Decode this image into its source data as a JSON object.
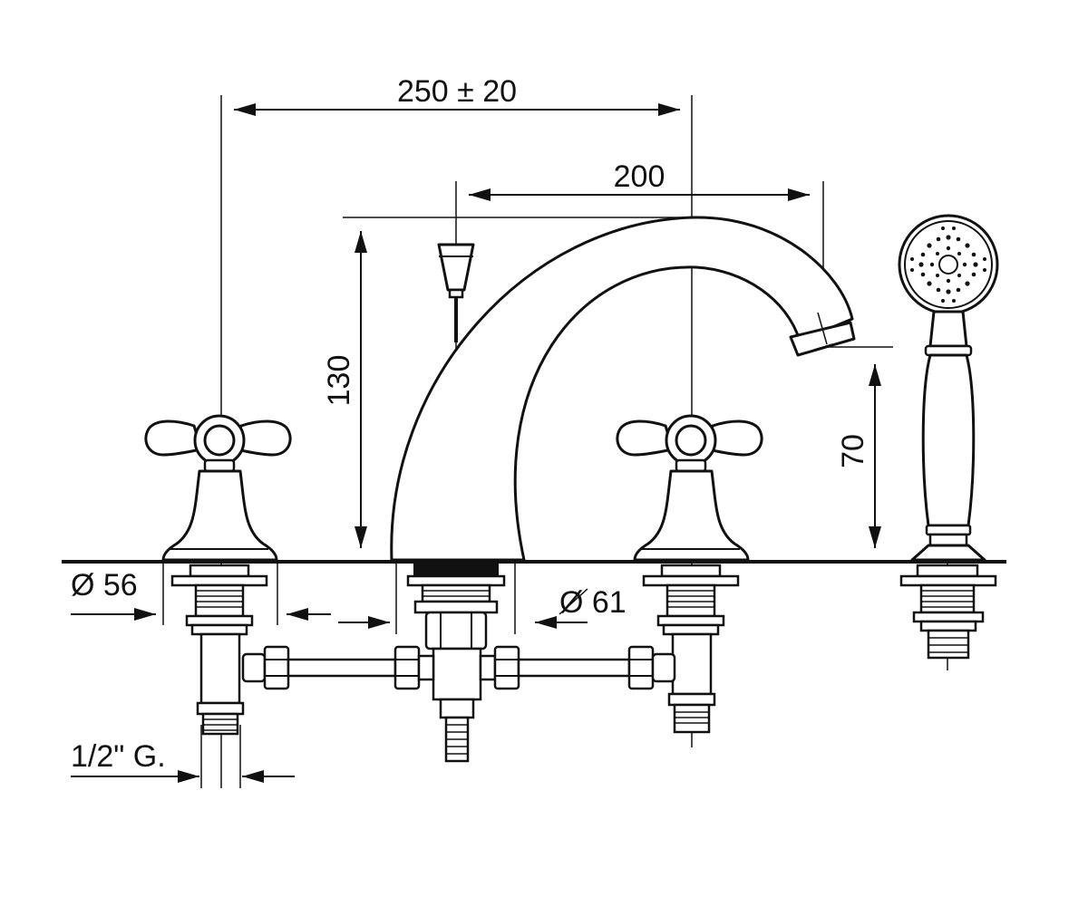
{
  "dimensions": {
    "overall_spacing": "250 ± 20",
    "spout_reach": "200",
    "spout_height": "130",
    "outlet_height": "70",
    "handle_base_diameter": "Ø 56",
    "spout_base_diameter": "Ø 61",
    "thread_size": "1/2\" G."
  },
  "colors": {
    "line": "#111111",
    "background": "#ffffff"
  },
  "components": [
    "cross-handle-left",
    "spout",
    "pop-up-knob",
    "cross-handle-right",
    "hand-shower",
    "distribution-manifold"
  ]
}
